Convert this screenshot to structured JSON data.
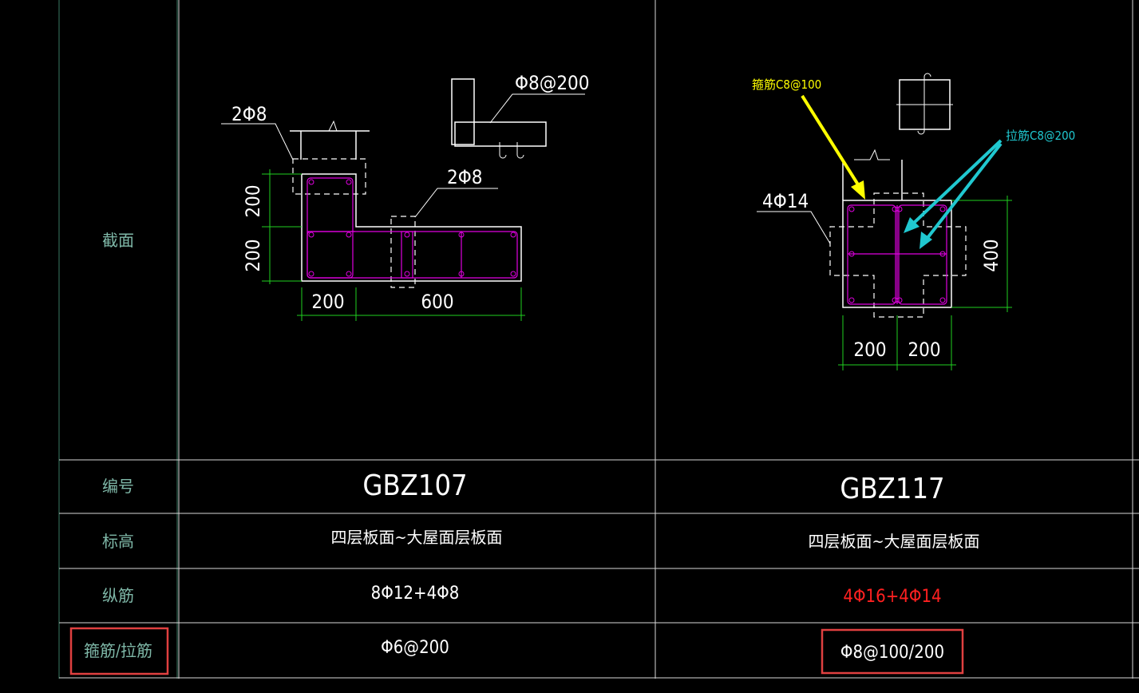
{
  "row_labels": {
    "section": "截面",
    "number": "编号",
    "elevation": "标高",
    "longitudinal": "纵筋",
    "stirrup": "箍筋/拉筋"
  },
  "columns": [
    {
      "number": "GBZ107",
      "elevation": "四层板面~大屋面层板面",
      "longitudinal": "8Φ12+4Φ8",
      "stirrup": "Φ6@200",
      "drawing": {
        "label_2phi8_left": "2Φ8",
        "label_2phi8_right": "2Φ8",
        "label_stirrup": "Φ8@200",
        "dim_vertical_top": "200",
        "dim_vertical_bottom": "200",
        "dim_horizontal_left": "200",
        "dim_horizontal_right": "600"
      }
    },
    {
      "number": "GBZ117",
      "elevation": "四层板面~大屋面层板面",
      "longitudinal": "4Φ16+4Φ14",
      "stirrup": "Φ8@100/200",
      "drawing": {
        "label_4phi14": "4Φ14",
        "dim_vertical": "400",
        "dim_horizontal_left": "200",
        "dim_horizontal_right": "200",
        "annotation_stirrup": "箍筋C8@100",
        "annotation_tie": "拉筋C8@200"
      }
    }
  ],
  "colors": {
    "background": "#000000",
    "row_label": "#7fb8a8",
    "rebar": "#e000e0",
    "dimension": "#20d020",
    "annotation_yellow": "#ffff00",
    "annotation_cyan": "#20c8d0",
    "highlight_red": "#e04040",
    "red_text": "#ff2020"
  }
}
